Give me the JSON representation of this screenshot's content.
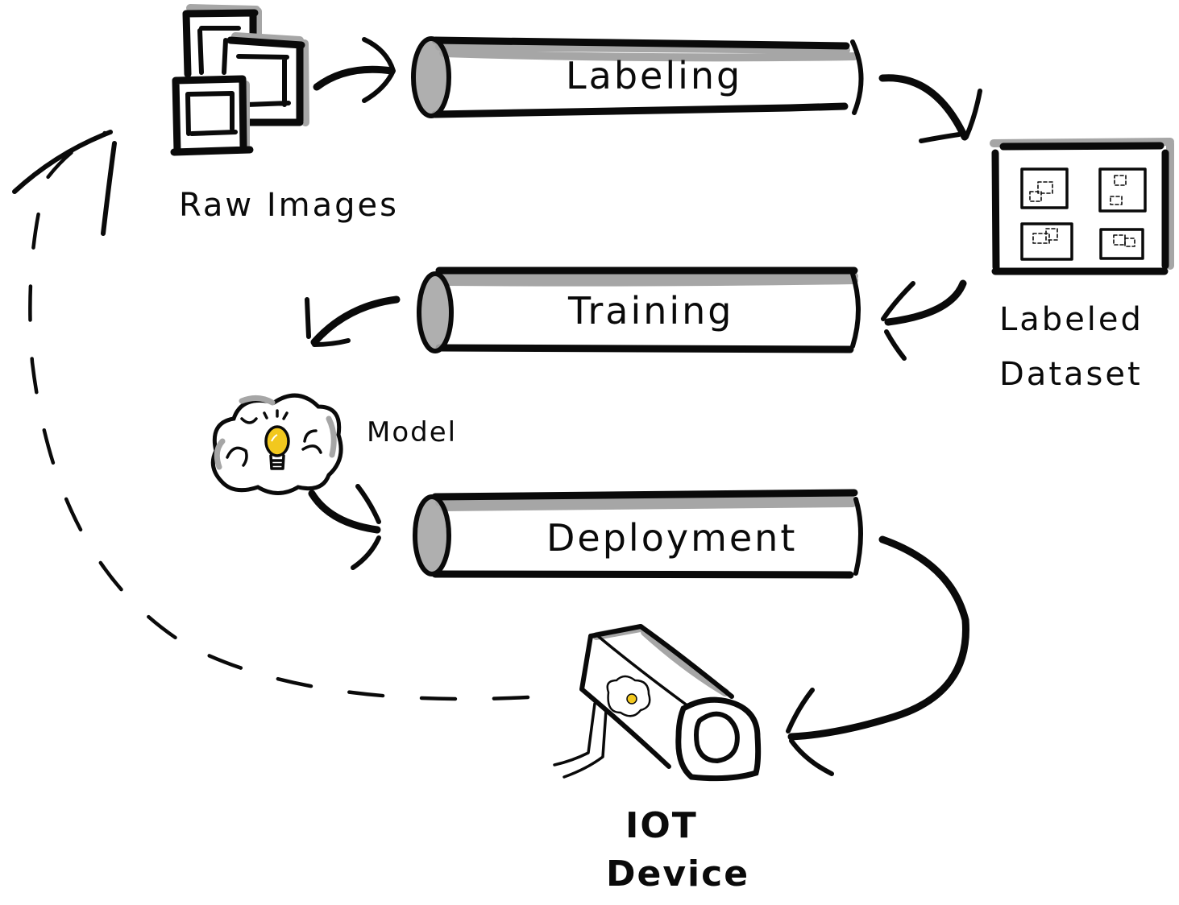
{
  "diagram": {
    "type": "ml-pipeline-loop",
    "nodes": {
      "raw_images": {
        "label": "Raw Images",
        "icon": "stacked-images-icon"
      },
      "labeling": {
        "label": "Labeling",
        "icon": "pipe-cylinder-icon"
      },
      "labeled_dataset": {
        "label_line1": "Labeled",
        "label_line2": "Dataset",
        "icon": "annotated-image-grid-icon"
      },
      "training": {
        "label": "Training",
        "icon": "pipe-cylinder-icon"
      },
      "model": {
        "label": "Model",
        "icon": "brain-lightbulb-icon"
      },
      "deployment": {
        "label": "Deployment",
        "icon": "pipe-cylinder-icon"
      },
      "iot_device": {
        "label_line1": "IOT",
        "label_line2": "Device",
        "icon": "security-camera-icon"
      }
    },
    "edges": [
      {
        "from": "raw_images",
        "to": "labeling",
        "style": "solid"
      },
      {
        "from": "labeling",
        "to": "labeled_dataset",
        "style": "solid"
      },
      {
        "from": "labeled_dataset",
        "to": "training",
        "style": "solid"
      },
      {
        "from": "training",
        "to": "model",
        "style": "solid"
      },
      {
        "from": "model",
        "to": "deployment",
        "style": "solid"
      },
      {
        "from": "deployment",
        "to": "iot_device",
        "style": "solid"
      },
      {
        "from": "iot_device",
        "to": "raw_images",
        "style": "dashed"
      }
    ],
    "colors": {
      "ink": "#0a0a0a",
      "shadow": "#a6a6a6",
      "bulb": "#f2c81e",
      "background": "#ffffff"
    }
  }
}
